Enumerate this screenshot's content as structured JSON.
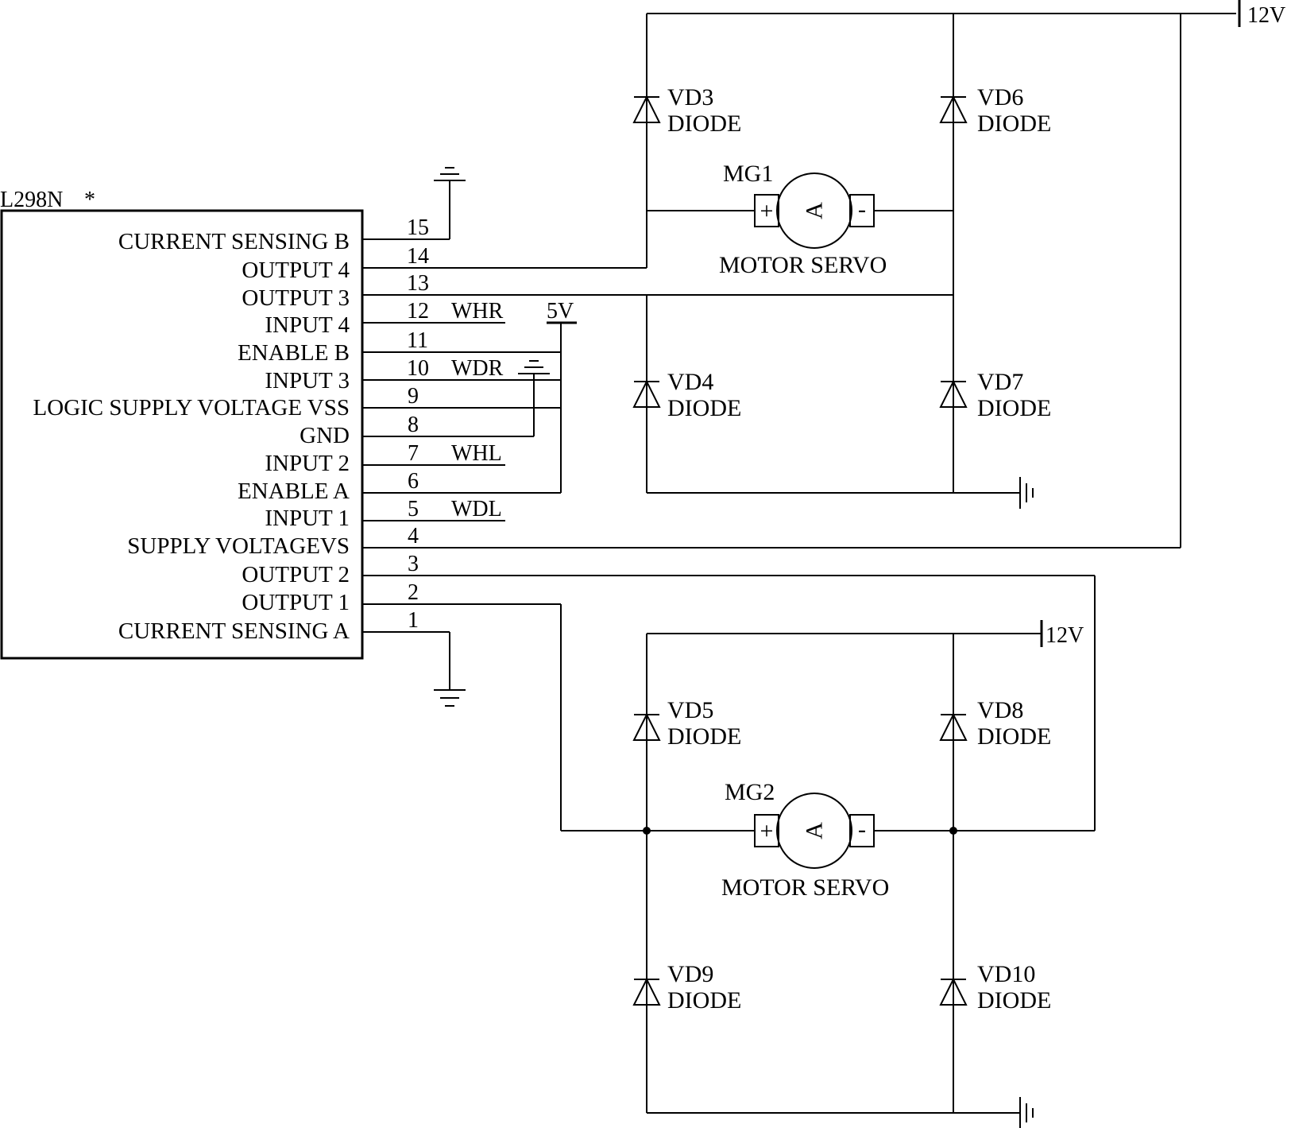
{
  "chip": {
    "name": "L298N",
    "marker": "*",
    "pins": [
      {
        "num": "15",
        "label": "CURRENT SENSING B"
      },
      {
        "num": "14",
        "label": "OUTPUT 4"
      },
      {
        "num": "13",
        "label": "OUTPUT 3"
      },
      {
        "num": "12",
        "label": "INPUT 4"
      },
      {
        "num": "11",
        "label": "ENABLE B"
      },
      {
        "num": "10",
        "label": "INPUT 3"
      },
      {
        "num": "9",
        "label": "LOGIC SUPPLY VOLTAGE VSS"
      },
      {
        "num": "8",
        "label": "GND"
      },
      {
        "num": "7",
        "label": "INPUT 2"
      },
      {
        "num": "6",
        "label": "ENABLE A"
      },
      {
        "num": "5",
        "label": "INPUT 1"
      },
      {
        "num": "4",
        "label": "SUPPLY VOLTAGEVS"
      },
      {
        "num": "3",
        "label": "OUTPUT 2"
      },
      {
        "num": "2",
        "label": "OUTPUT 1"
      },
      {
        "num": "1",
        "label": "CURRENT SENSING A"
      }
    ]
  },
  "nets": {
    "whr": "WHR",
    "wdr": "WDR",
    "whl": "WHL",
    "wdl": "WDL",
    "v5": "5V",
    "v12_top": "12V",
    "v12_bottom": "12V"
  },
  "motors": [
    {
      "ref": "MG1",
      "type": "MOTOR SERVO",
      "glyph": "A",
      "plus": "+",
      "minus": "-"
    },
    {
      "ref": "MG2",
      "type": "MOTOR SERVO",
      "glyph": "A",
      "plus": "+",
      "minus": "-"
    }
  ],
  "diodes": [
    {
      "ref": "VD3",
      "type": "DIODE"
    },
    {
      "ref": "VD6",
      "type": "DIODE"
    },
    {
      "ref": "VD4",
      "type": "DIODE"
    },
    {
      "ref": "VD7",
      "type": "DIODE"
    },
    {
      "ref": "VD5",
      "type": "DIODE"
    },
    {
      "ref": "VD8",
      "type": "DIODE"
    },
    {
      "ref": "VD9",
      "type": "DIODE"
    },
    {
      "ref": "VD10",
      "type": "DIODE"
    }
  ]
}
